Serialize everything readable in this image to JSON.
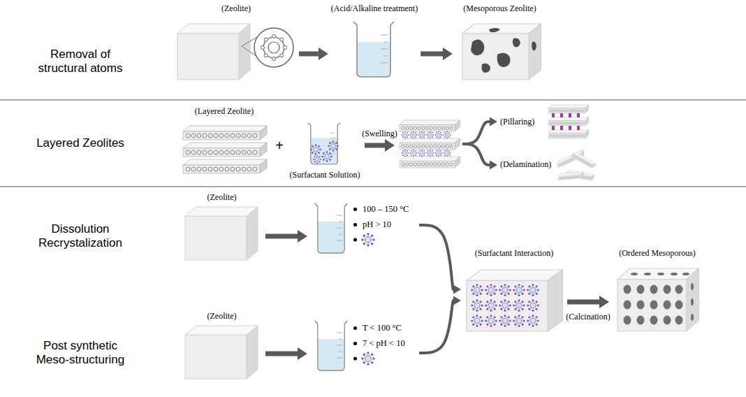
{
  "diagram": {
    "nodes": [
      {
        "text": [
          "(Zeolite)"
        ]
      },
      {
        "text": [
          "(Acid/Alkaline treatment)"
        ]
      },
      {
        "text": [
          "(Mesoporous Zeolite)"
        ]
      },
      {
        "text": [
          "(Layered Zeolite)"
        ]
      },
      {
        "text": [
          "(Surfactant Solution)"
        ]
      },
      {
        "text": []
      },
      {
        "text": [
          "(Pillaring)"
        ]
      },
      {
        "text": [
          "(Delamination)"
        ]
      },
      {
        "text": [
          "(Zeolite)"
        ]
      },
      {
        "text": [
          "100 – 150 °C",
          "pH > 10"
        ]
      },
      {
        "text": [
          "(Zeolite)"
        ]
      },
      {
        "text": [
          "T < 100 °C",
          "7 < pH < 10"
        ]
      },
      {
        "text": [
          "(Surfactant Interaction)"
        ]
      },
      {
        "text": [
          "(Ordered Mesoporous)"
        ]
      }
    ],
    "edges": [
      {
        "from": 0,
        "to": 1,
        "arrow": "to"
      },
      {
        "from": 1,
        "to": 2,
        "arrow": "to"
      },
      {
        "from": 4,
        "to": 5,
        "label": "(Swelling)",
        "arrow": "to"
      },
      {
        "from": 5,
        "to": 6,
        "arrow": "to"
      },
      {
        "from": 5,
        "to": 7,
        "arrow": "to"
      },
      {
        "from": 8,
        "to": 9,
        "arrow": "to"
      },
      {
        "from": 10,
        "to": 11,
        "arrow": "to"
      },
      {
        "from": 9,
        "to": 12,
        "arrow": "to"
      },
      {
        "from": 11,
        "to": 12,
        "arrow": "to"
      },
      {
        "from": 12,
        "to": 13,
        "label": "(Calcination)",
        "arrow": "to"
      }
    ],
    "labels": [
      "Removal of structural atoms",
      "Layered Zeolites",
      "+",
      "Dissolution Recrystalization",
      "Post synthetic Meso-structuring"
    ]
  }
}
